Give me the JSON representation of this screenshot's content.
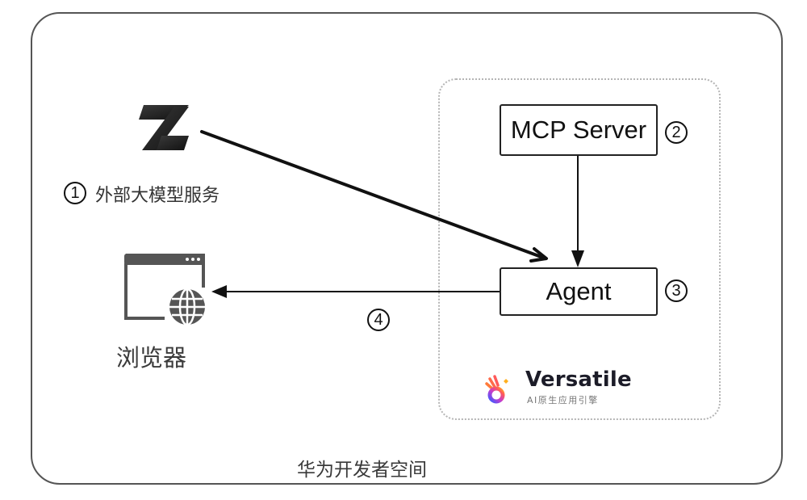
{
  "container": {
    "label": "华为开发者空间"
  },
  "external_llm": {
    "number": "1",
    "label": "外部大模型服务",
    "icon": "z-logo-icon"
  },
  "mcp_server": {
    "label": "MCP Server",
    "number": "2"
  },
  "agent": {
    "label": "Agent",
    "number": "3"
  },
  "browser": {
    "label": "浏览器",
    "icon": "browser-globe-icon"
  },
  "browser_arrow": {
    "number": "4"
  },
  "versatile": {
    "name": "Versatile",
    "subtitle": "AI原生应用引擎",
    "icon": "versatile-logo-icon"
  },
  "edges": [
    {
      "from": "external_llm",
      "to": "agent"
    },
    {
      "from": "mcp_server",
      "to": "agent"
    },
    {
      "from": "agent",
      "to": "browser"
    }
  ]
}
